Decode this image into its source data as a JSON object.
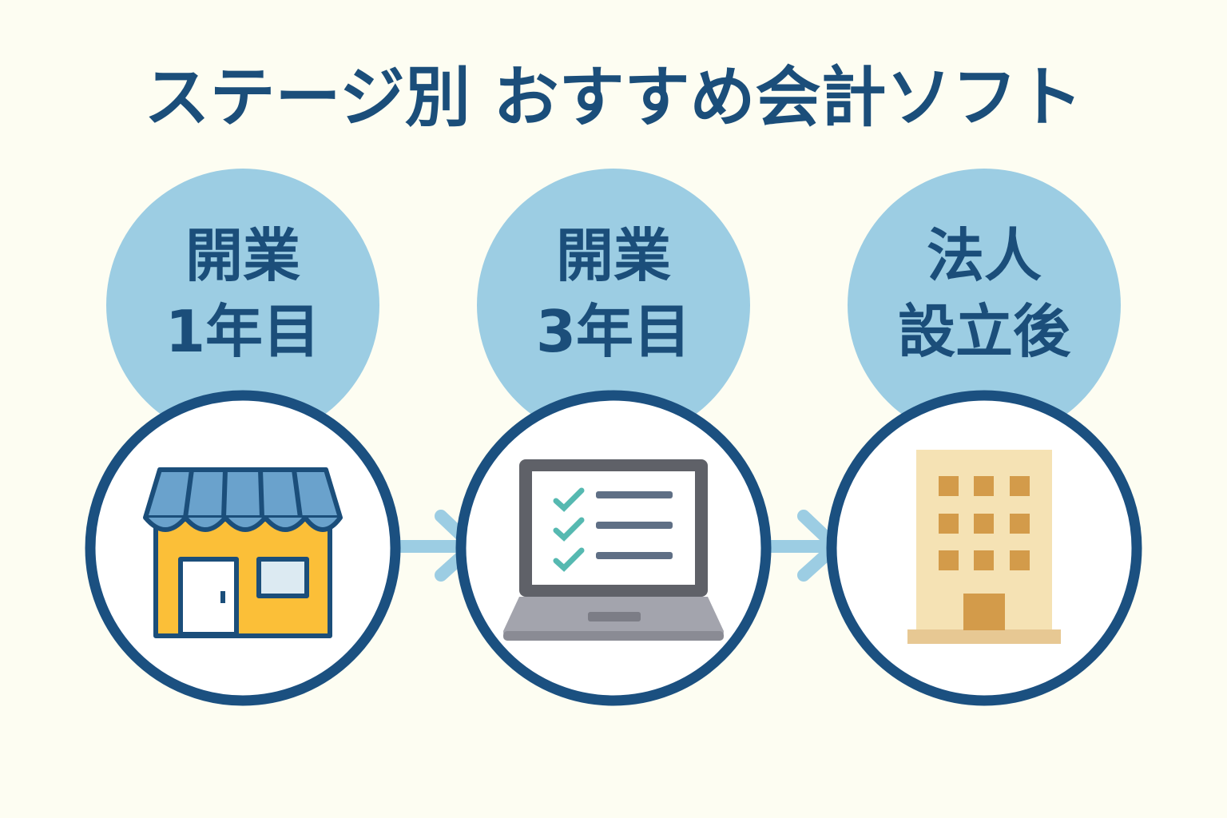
{
  "title": "ステージ別 おすすめ会計ソフト",
  "stages": [
    {
      "line1": "開業",
      "line2": "1年目",
      "icon": "storefront-icon"
    },
    {
      "line1": "開業",
      "line2": "3年目",
      "icon": "laptop-checklist-icon"
    },
    {
      "line1": "法人",
      "line2": "設立後",
      "icon": "office-building-icon"
    }
  ],
  "colors": {
    "primary": "#1b4e7a",
    "bubble": "#9ccde3",
    "arrow": "#9ccde3",
    "background": "#fdfdf2"
  }
}
